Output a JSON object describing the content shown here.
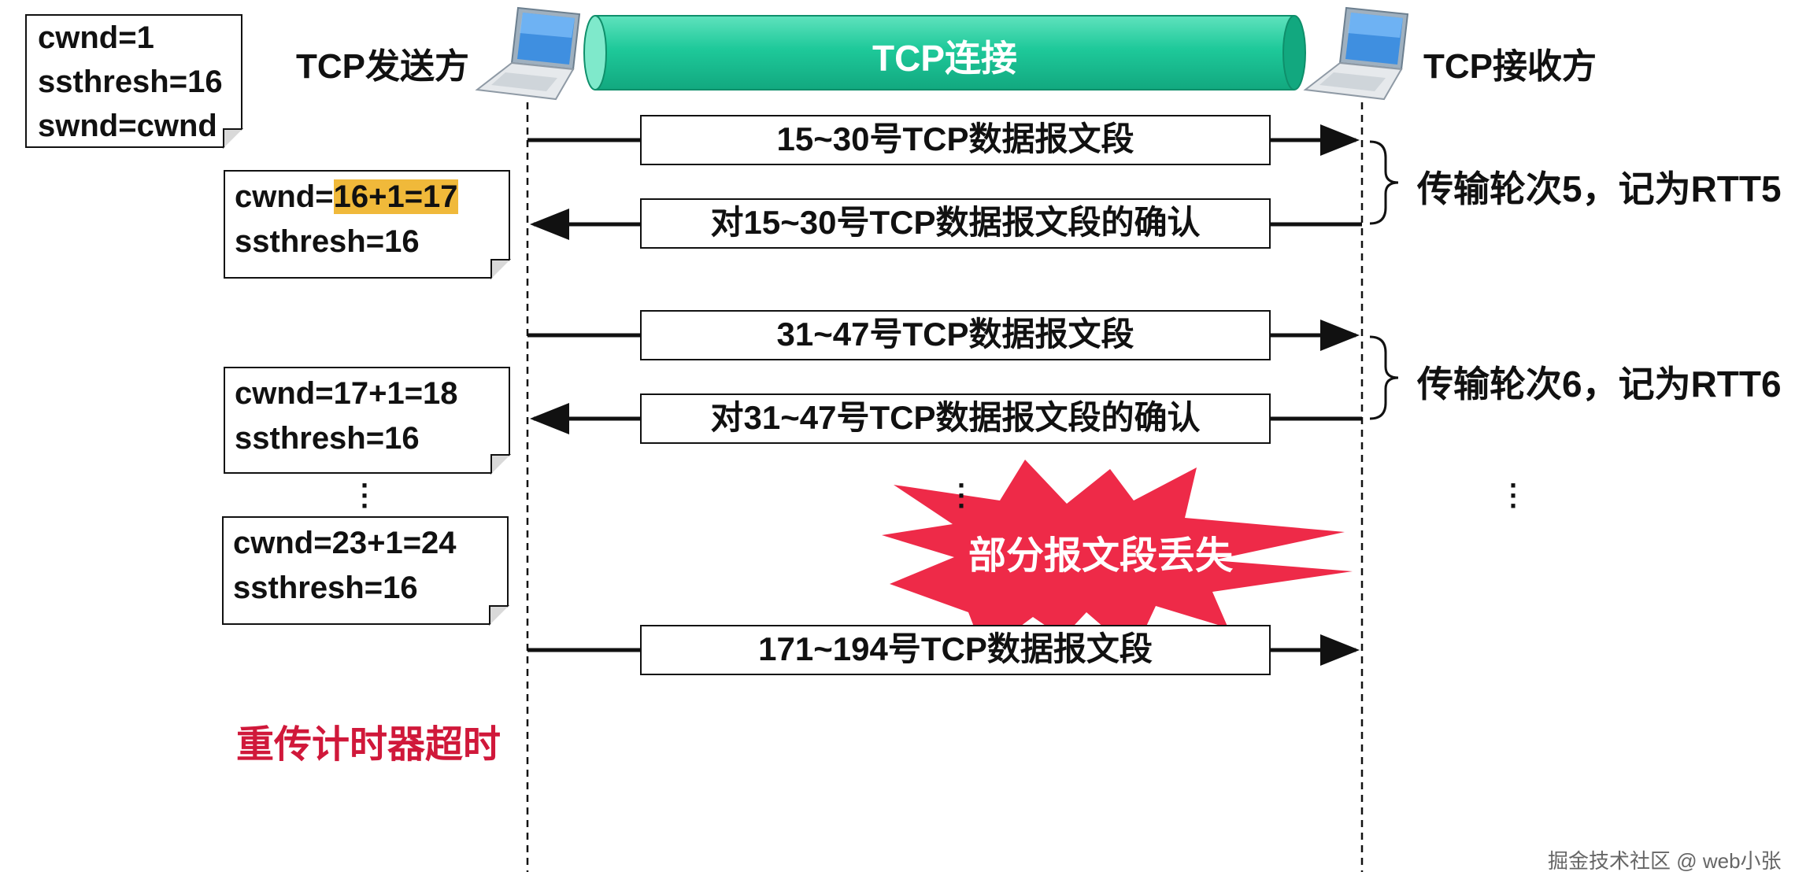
{
  "sender_label": "TCP发送方",
  "receiver_label": "TCP接收方",
  "connection_label": "TCP连接",
  "initial_note": [
    "cwnd=1",
    "ssthresh=16",
    "swnd=cwnd"
  ],
  "state_notes": [
    {
      "cwnd_prefix": "cwnd=",
      "cwnd_value": "16+1=17",
      "ssthresh": "ssthresh=16"
    },
    {
      "cwnd_prefix": "cwnd=",
      "cwnd_value": "17+1=18",
      "ssthresh": "ssthresh=16"
    },
    {
      "cwnd_prefix": "cwnd=",
      "cwnd_value": "23+1=24",
      "ssthresh": "ssthresh=16"
    }
  ],
  "messages": [
    {
      "label": "15~30号TCP数据报文段",
      "direction": "to-receiver"
    },
    {
      "label": "对15~30号TCP数据报文段的确认",
      "direction": "to-sender"
    },
    {
      "label": "31~47号TCP数据报文段",
      "direction": "to-receiver"
    },
    {
      "label": "对31~47号TCP数据报文段的确认",
      "direction": "to-sender"
    },
    {
      "label": "171~194号TCP数据报文段",
      "direction": "to-receiver"
    }
  ],
  "rtt_labels": [
    "传输轮次5，记为RTT5",
    "传输轮次6，记为RTT6"
  ],
  "loss_label": "部分报文段丢失",
  "timeout_label": "重传计时器超时",
  "watermark": "掘金技术社区 @ web小张",
  "colors": {
    "connection_fill": "#1ec99a",
    "loss_burst": "#ee2a48",
    "timeout_text": "#d0183a",
    "highlight": "#f0b93a"
  },
  "icons": [
    "laptop-icon"
  ]
}
